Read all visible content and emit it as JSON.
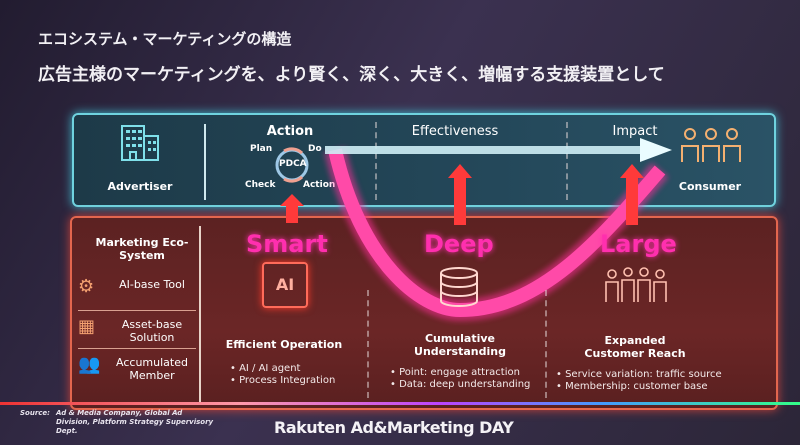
{
  "header": {
    "title": "エコシステム・マーケティングの構造",
    "subtitle": "広告主様のマーケティングを、より賢く、深く、大きく、増幅する支援装置として"
  },
  "top_panel": {
    "advertiser": "Advertiser",
    "action": "Action",
    "pdca": {
      "center": "PDCA",
      "plan": "Plan",
      "do": "Do",
      "check": "Check",
      "action": "Action"
    },
    "effectiveness": "Effectiveness",
    "impact": "Impact",
    "consumer": "Consumer"
  },
  "eco_system": {
    "title": "Marketing Eco-System",
    "items": [
      {
        "label": "AI-base Tool"
      },
      {
        "label": "Asset-base Solution"
      },
      {
        "label": "Accumulated Member"
      }
    ]
  },
  "pillars": [
    {
      "keyword": "Smart",
      "title": "Efficient Operation",
      "bullets": [
        "• AI / AI agent",
        "• Process Integration"
      ]
    },
    {
      "keyword": "Deep",
      "title": "Cumulative Understanding",
      "bullets": [
        "• Point: engage attraction",
        "• Data: deep understanding"
      ]
    },
    {
      "keyword": "Large",
      "title": "Expanded Customer Reach",
      "bullets": [
        "• Service variation:  traffic source",
        "• Membership: customer base"
      ]
    }
  ],
  "footer": {
    "source_label": "Source:",
    "source_text": "Ad & Media Company, Global Ad Division, Platform Strategy Supervisory Dept.",
    "brand": "Rakuten Ad&Marketing DAY"
  },
  "colors": {
    "top_border": "#6fd3df",
    "bottom_border": "#e3664e",
    "accent": "#ff2fae"
  }
}
